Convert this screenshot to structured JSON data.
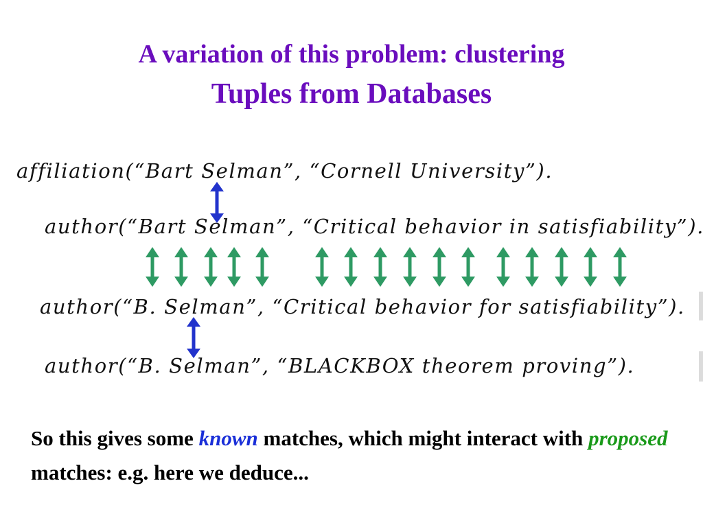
{
  "title": {
    "line1": "A variation of this problem: clustering",
    "line2": "Tuples from Databases"
  },
  "tuples": [
    "affiliation(“Bart Selman”, “Cornell University”).",
    "author(“Bart Selman”, “Critical behavior in satisfiability”).",
    "author(“B. Selman”, “Critical behavior for satisfiability”).",
    "author(“B. Selman”, “BLACKBOX theorem proving”)."
  ],
  "caption": {
    "part1": "So this gives some ",
    "known": "known",
    "part2": " matches, which might interact with ",
    "proposed": "proposed",
    "part3": " matches: e.g. here we deduce..."
  },
  "colors": {
    "title": "#6a0dbd",
    "known_arrow": "#2233cc",
    "proposed_arrow": "#2e9a63",
    "known_text": "#1a2fd8",
    "proposed_text": "#1a9a1a"
  },
  "icons": {
    "known_match": "double-headed-vertical-arrow",
    "proposed_match": "double-headed-vertical-arrow"
  }
}
